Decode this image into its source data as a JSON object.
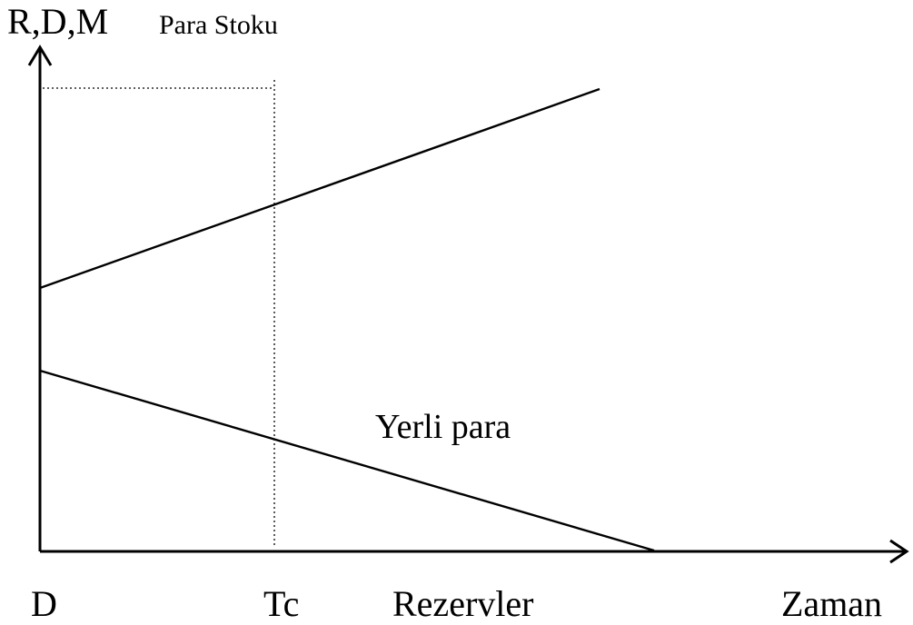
{
  "labels": {
    "y_axis": "R,D,M",
    "y_axis_sub": "Para Stoku",
    "origin": "D",
    "tc": "Tc",
    "reserves": "Rezervler",
    "x_axis": "Zaman",
    "local_money": "Yerli para"
  },
  "colors": {
    "line": "#000000",
    "background": "#ffffff"
  }
}
